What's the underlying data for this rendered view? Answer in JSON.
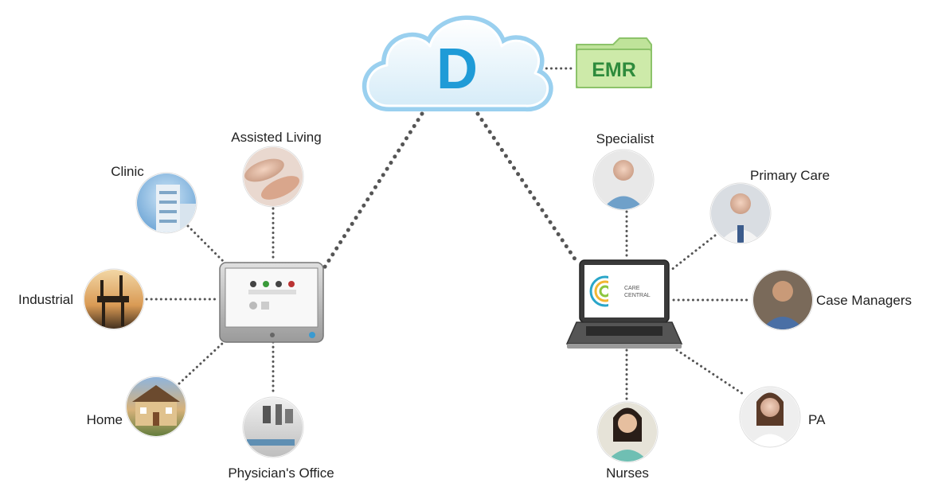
{
  "cloud": {
    "letter": "D",
    "color": "#1f9bd7",
    "fill": "#e8f5fc"
  },
  "emr": {
    "label": "EMR",
    "fill": "#bfe39a",
    "text_color": "#2e8b3c"
  },
  "left_nodes": {
    "clinic": "Clinic",
    "assisted_living": "Assisted Living",
    "industrial": "Industrial",
    "home": "Home",
    "physicians_office": "Physician's Office"
  },
  "right_nodes": {
    "specialist": "Specialist",
    "primary_care": "Primary Care",
    "case_managers": "Case Managers",
    "pa": "PA",
    "nurses": "Nurses"
  },
  "laptop_logo": {
    "line1": "CARE",
    "line2": "CENTRAL"
  },
  "connector_color": "#555555"
}
